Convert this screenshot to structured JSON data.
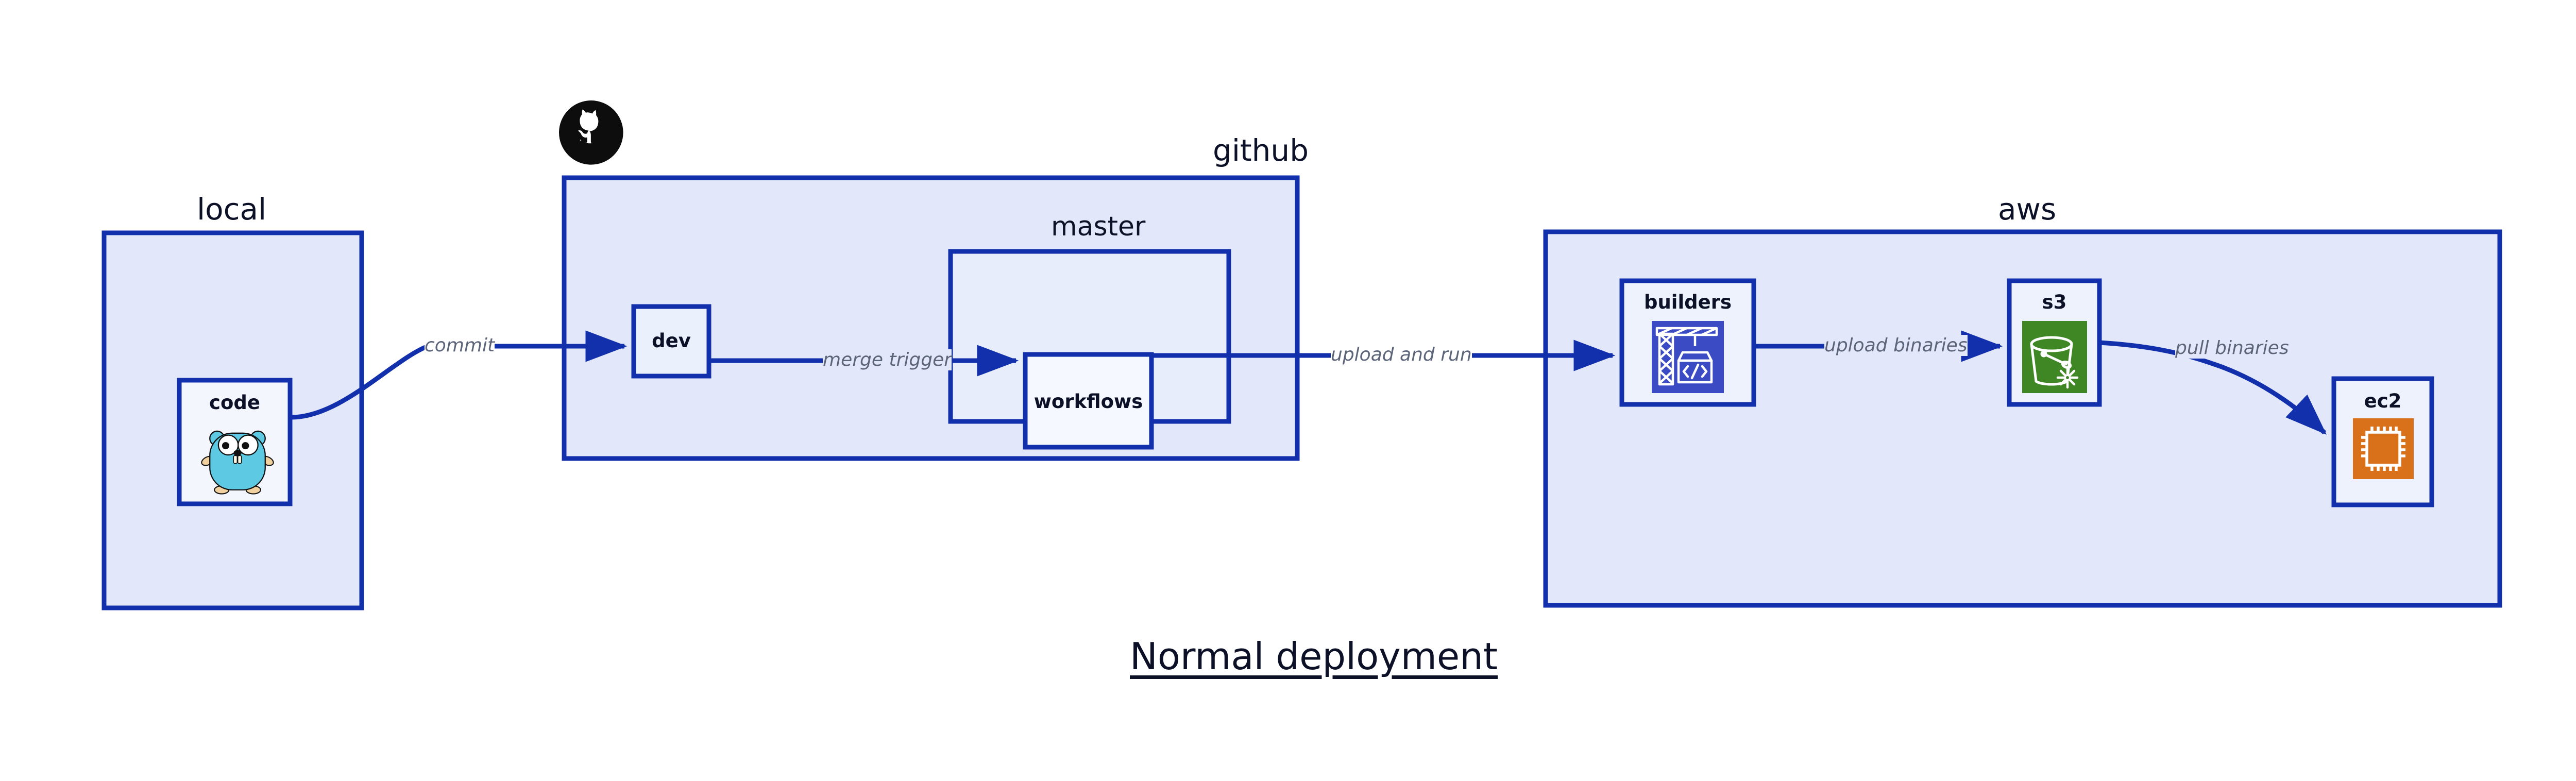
{
  "diagram": {
    "title": "Normal deployment",
    "background": "#ffffff",
    "accent_border": "#1230ac",
    "group_fill": "#e2e8fa",
    "subgroup_fill": "#e8edfb",
    "node_fill": "#f3f6fd",
    "edge_color": "#1230ac",
    "edge_label_color": "#5b6478",
    "text_color": "#0d1128"
  },
  "groups": [
    {
      "id": "local",
      "label": "local"
    },
    {
      "id": "github",
      "label": "github"
    },
    {
      "id": "master",
      "label": "master"
    },
    {
      "id": "aws",
      "label": "aws"
    }
  ],
  "nodes": [
    {
      "id": "code",
      "label": "code",
      "icon": "go-gopher-icon",
      "icon_color": "#5dc9e2"
    },
    {
      "id": "dev",
      "label": "dev",
      "icon": "none",
      "icon_color": ""
    },
    {
      "id": "workflows",
      "label": "workflows",
      "icon": "none",
      "icon_color": ""
    },
    {
      "id": "builders",
      "label": "builders",
      "icon": "crane-code-icon",
      "icon_color": "#3b4bc4"
    },
    {
      "id": "s3",
      "label": "s3",
      "icon": "s3-bucket-icon",
      "icon_color": "#3f8624"
    },
    {
      "id": "ec2",
      "label": "ec2",
      "icon": "cpu-chip-icon",
      "icon_color": "#d9701a"
    }
  ],
  "edges": [
    {
      "id": "e1",
      "from": "code",
      "to": "dev",
      "label": "commit"
    },
    {
      "id": "e2",
      "from": "dev",
      "to": "workflows",
      "label": "merge trigger"
    },
    {
      "id": "e3",
      "from": "workflows",
      "to": "builders",
      "label": "upload and run"
    },
    {
      "id": "e4",
      "from": "builders",
      "to": "s3",
      "label": "upload binaries"
    },
    {
      "id": "e5",
      "from": "s3",
      "to": "ec2",
      "label": "pull binaries"
    }
  ],
  "logos": [
    {
      "id": "github-logo",
      "name": "github-octocat-icon",
      "color": "#0d0d0d"
    }
  ]
}
